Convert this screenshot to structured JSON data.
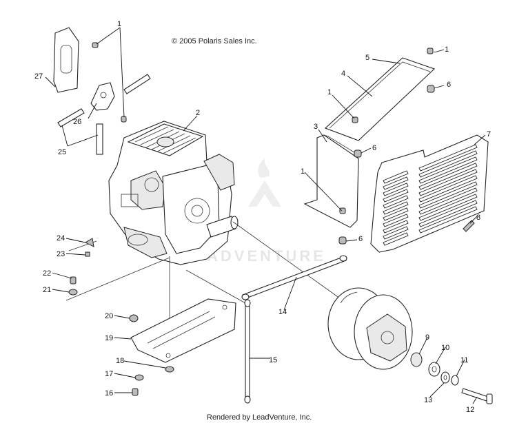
{
  "diagram": {
    "copyright": "© 2005 Polaris Sales Inc.",
    "footer": "Rendered by LeadVenture, Inc.",
    "watermark": "ADVENTURE",
    "callouts": [
      "1",
      "1",
      "1",
      "1",
      "2",
      "3",
      "4",
      "5",
      "6",
      "6",
      "6",
      "7",
      "8",
      "9",
      "10",
      "11",
      "12",
      "13",
      "14",
      "15",
      "16",
      "17",
      "18",
      "19",
      "20",
      "21",
      "22",
      "23",
      "24",
      "25",
      "26",
      "27"
    ]
  }
}
